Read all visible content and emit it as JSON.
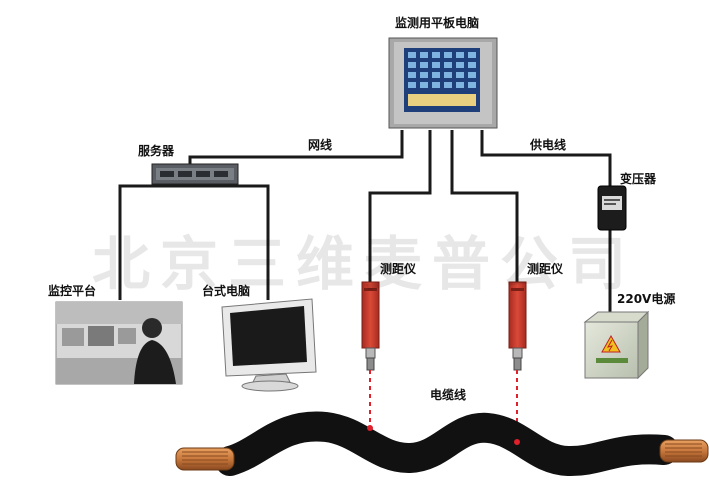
{
  "labels": {
    "tablet_pc": "监测用平板电脑",
    "server": "服务器",
    "network_cable": "网线",
    "power_line": "供电线",
    "transformer": "变压器",
    "monitor_platform": "监控平台",
    "desktop_pc": "台式电脑",
    "rangefinder_1": "测距仪",
    "rangefinder_2": "测距仪",
    "power_source": "220V电源",
    "cable": "电缆线"
  },
  "watermark": "北京三维麦普公司",
  "colors": {
    "line": "#1a1a1a",
    "rangefinder": "#c9392c",
    "laser": "#e0202a",
    "cable": "#111111",
    "copper": "#c8783c"
  }
}
